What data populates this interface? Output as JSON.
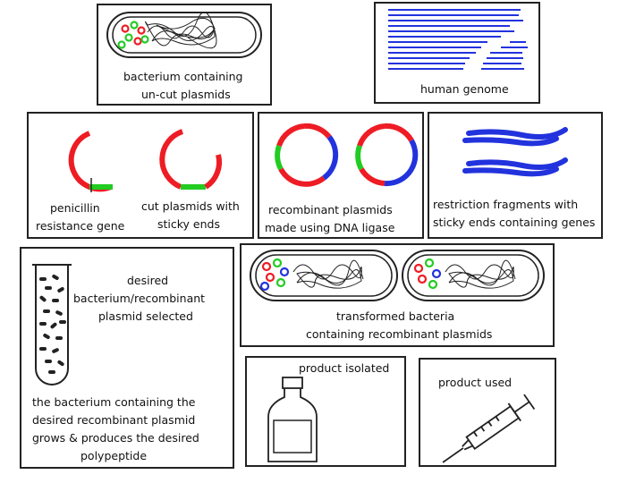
{
  "panels": {
    "bacterium": {
      "lines": [
        "bacterium containing",
        "un-cut plasmids"
      ]
    },
    "human_genome": {
      "label": "human genome"
    },
    "penicillin": {
      "lines": [
        "penicillin",
        "resistance gene"
      ]
    },
    "cut_plasmids": {
      "lines": [
        "cut plasmids with",
        "sticky ends"
      ]
    },
    "recombinant": {
      "lines": [
        "recombinant plasmids",
        "made using DNA ligase"
      ]
    },
    "restriction": {
      "lines": [
        "restriction fragments with",
        "sticky ends containing genes"
      ]
    },
    "selected": {
      "lines": [
        "desired",
        "bacterium/recombinant",
        "plasmid selected"
      ]
    },
    "transformed": {
      "lines": [
        "transformed bacteria",
        "containing recombinant plasmids"
      ]
    },
    "grows": {
      "lines": [
        "the bacterium containing the",
        "desired recombinant plasmid",
        "grows & produces the desired",
        "polypeptide"
      ]
    },
    "isolated": {
      "label": "product isolated"
    },
    "used": {
      "label": "product used"
    }
  },
  "colors": {
    "plasmid_red": "#ee1c24",
    "gene_green": "#22cc22",
    "dna_blue": "#2233dd",
    "outline": "#222222"
  },
  "icons": [
    "bacterium-icon",
    "genome-strands-icon",
    "plasmid-icon",
    "test-tube-icon",
    "bottle-icon",
    "syringe-icon"
  ]
}
